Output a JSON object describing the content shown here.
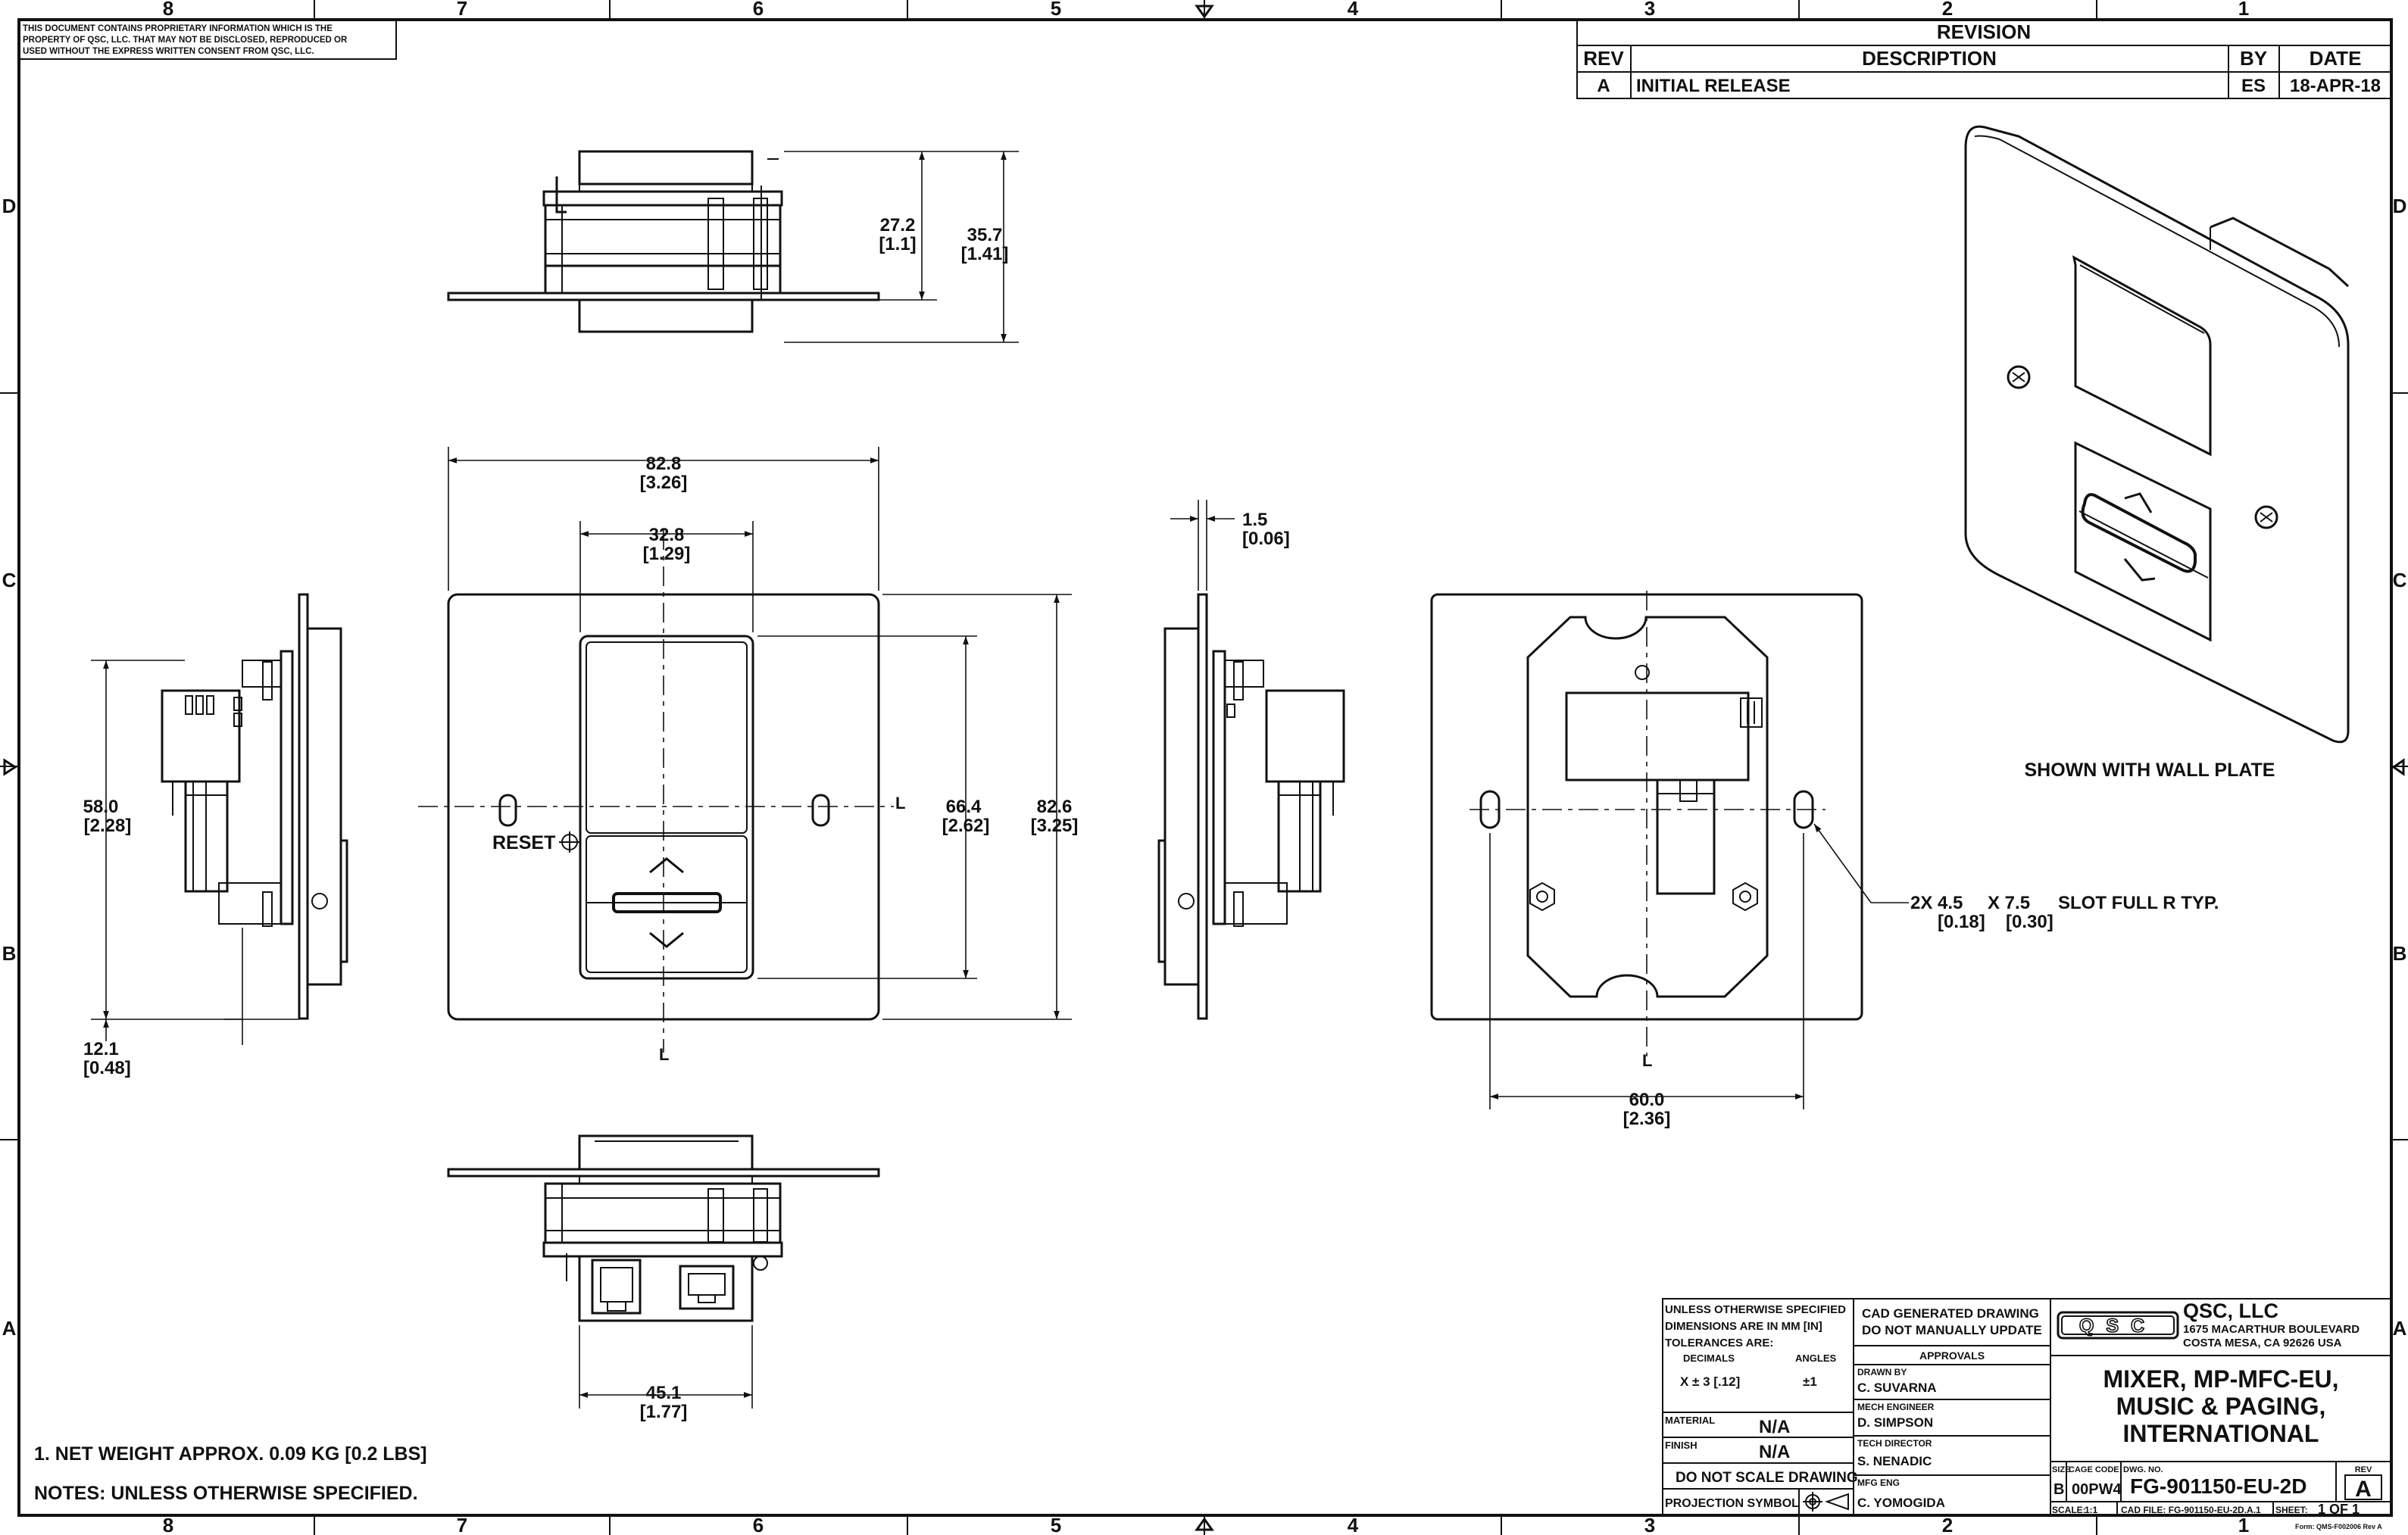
{
  "zones_top": [
    "8",
    "7",
    "6",
    "5",
    "4",
    "3",
    "2",
    "1"
  ],
  "zones_side": [
    "D",
    "C",
    "B",
    "A"
  ],
  "proprietary_notice": [
    "THIS DOCUMENT CONTAINS PROPRIETARY INFORMATION WHICH IS THE",
    "PROPERTY OF QSC, LLC. THAT MAY NOT BE DISCLOSED, REPRODUCED OR",
    "USED WITHOUT THE EXPRESS WRITTEN CONSENT FROM QSC, LLC."
  ],
  "revision": {
    "title": "REVISION",
    "headers": {
      "rev": "REV",
      "description": "DESCRIPTION",
      "by": "BY",
      "date": "DATE"
    },
    "rows": [
      {
        "rev": "A",
        "description": "INITIAL RELEASE",
        "by": "ES",
        "date": "18-APR-18"
      }
    ]
  },
  "dimensions": {
    "top_h1": "27.2",
    "top_h1_in": "[1.1]",
    "top_h2": "35.7",
    "top_h2_in": "[1.41]",
    "front_w": "82.8",
    "front_w_in": "[3.26]",
    "inner_w": "32.8",
    "inner_w_in": "[1.29]",
    "side_h": "58.0",
    "side_h_in": "[2.28]",
    "side_d": "12.1",
    "side_d_in": "[0.48]",
    "inner_h": "66.4",
    "inner_h_in": "[2.62]",
    "front_h": "82.6",
    "front_h_in": "[3.25]",
    "plate_t": "1.5",
    "plate_t_in": "[0.06]",
    "slot_sp": "60.0",
    "slot_sp_in": "[2.36]",
    "bottom_w": "45.1",
    "bottom_w_in": "[1.77]"
  },
  "labels": {
    "reset": "RESET",
    "slot_a": "2X 4.5",
    "slot_b": "X 7.5",
    "slot_c": "SLOT FULL R TYP.",
    "slot_a_in": "[0.18]",
    "slot_b_in": "[0.30]",
    "wall_plate": "SHOWN WITH WALL PLATE",
    "center_mark": "L"
  },
  "notes": {
    "note1": "1. NET WEIGHT APPROX. 0.09 KG [0.2 LBS]",
    "notes_header": "NOTES: UNLESS OTHERWISE SPECIFIED."
  },
  "title_block": {
    "unless": "UNLESS OTHERWISE SPECIFIED",
    "dims_mm": "DIMENSIONS ARE IN MM [IN]",
    "tolerances": "TOLERANCES ARE:",
    "decimals": "DECIMALS",
    "angles": "ANGLES",
    "dec_value": "X ± 3 [.12]",
    "ang_value": "±1",
    "cad_generated": "CAD GENERATED DRAWING",
    "no_manual": "DO NOT MANUALLY UPDATE",
    "approvals": "APPROVALS",
    "drawn_by_label": "DRAWN BY",
    "drawn_by": "C. SUVARNA",
    "mech_label": "MECH ENGINEER",
    "mech": "D. SIMPSON",
    "tech_label": "TECH DIRECTOR",
    "tech": "S. NENADIC",
    "mfg_label": "MFG ENG",
    "mfg": "C. YOMOGIDA",
    "material_label": "MATERIAL",
    "material": "N/A",
    "finish_label": "FINISH",
    "finish": "N/A",
    "no_scale": "DO NOT SCALE DRAWING",
    "projection": "PROJECTION SYMBOL",
    "company": "QSC, LLC",
    "address1": "1675 MACARTHUR BOULEVARD",
    "address2": "COSTA MESA, CA 92626 USA",
    "logo": "QSC",
    "title1": "MIXER, MP-MFC-EU,",
    "title2": "MUSIC & PAGING,",
    "title3": "INTERNATIONAL",
    "size_label": "SIZE",
    "size": "B",
    "cage_label": "CAGE CODE",
    "cage": "00PW4",
    "dwg_label": "DWG. NO.",
    "dwg": "FG-901150-EU-2D",
    "rev_label": "REV",
    "rev": "A",
    "scale_label": "SCALE:",
    "scale": "1:1",
    "cad_file": "CAD FILE: FG-901150-EU-2D.A.1",
    "sheet_label": "SHEET:",
    "sheet": "1 OF 1",
    "form": "Form: QMS-F002006 Rev A"
  }
}
